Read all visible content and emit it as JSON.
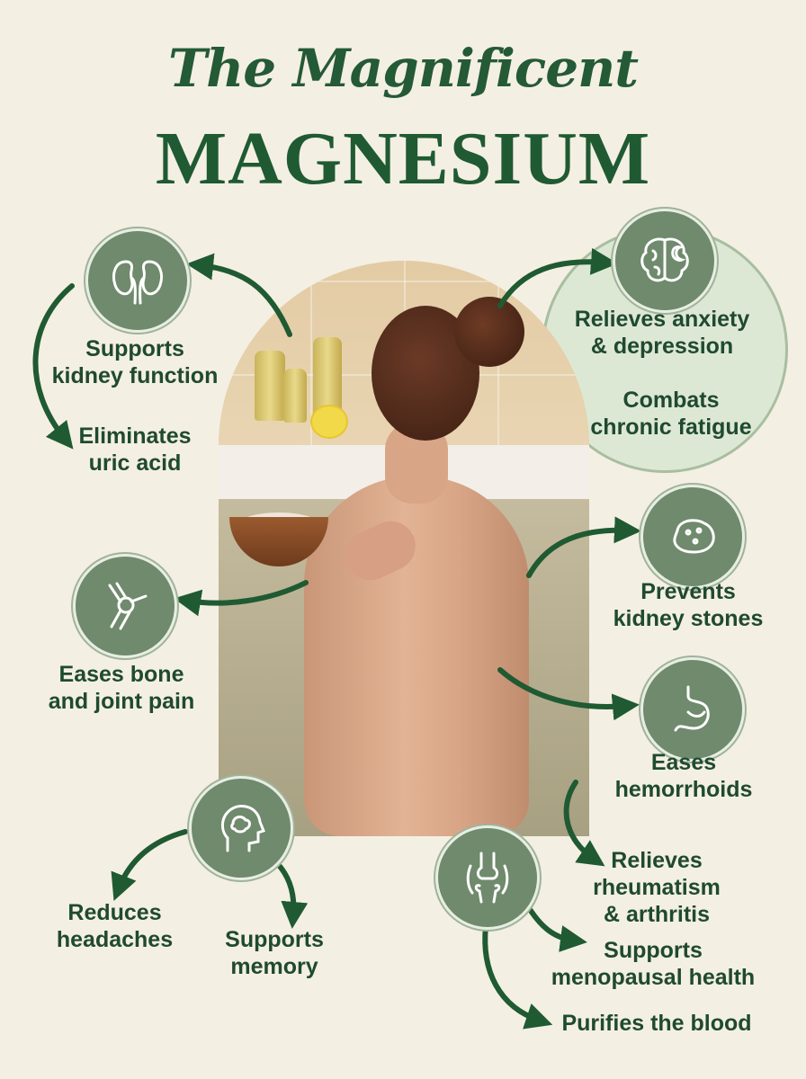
{
  "title": {
    "line1": "The Magnificent",
    "line2": "MAGNESIUM"
  },
  "benefits": {
    "kidney": [
      "Supports",
      "kidney function"
    ],
    "uric": [
      "Eliminates",
      "uric acid"
    ],
    "anxiety": [
      "Relieves anxiety",
      "& depression"
    ],
    "fatigue": [
      "Combats",
      "chronic fatigue"
    ],
    "stones": [
      "Prevents",
      "kidney stones"
    ],
    "bone": [
      "Eases bone",
      "and joint pain"
    ],
    "hemorrhoids": [
      "Eases",
      "hemorrhoids"
    ],
    "rheumatism": [
      "Relieves",
      "rheumatism",
      "& arthritis"
    ],
    "headaches": [
      "Reduces",
      "headaches"
    ],
    "memory": [
      "Supports",
      "memory"
    ],
    "menopause": [
      "Supports",
      "menopausal health"
    ],
    "blood": "Purifies the blood"
  },
  "icons": [
    "kidneys-icon",
    "brain-moon-icon",
    "kidney-stone-icon",
    "joint-icon",
    "stomach-icon",
    "head-profile-icon",
    "knee-joint-icon"
  ],
  "colors": {
    "background": "#f4efe3",
    "primary_green": "#1f5a32",
    "icon_circle": "#6f8a6c",
    "highlight_circle": "#dde8d4"
  }
}
